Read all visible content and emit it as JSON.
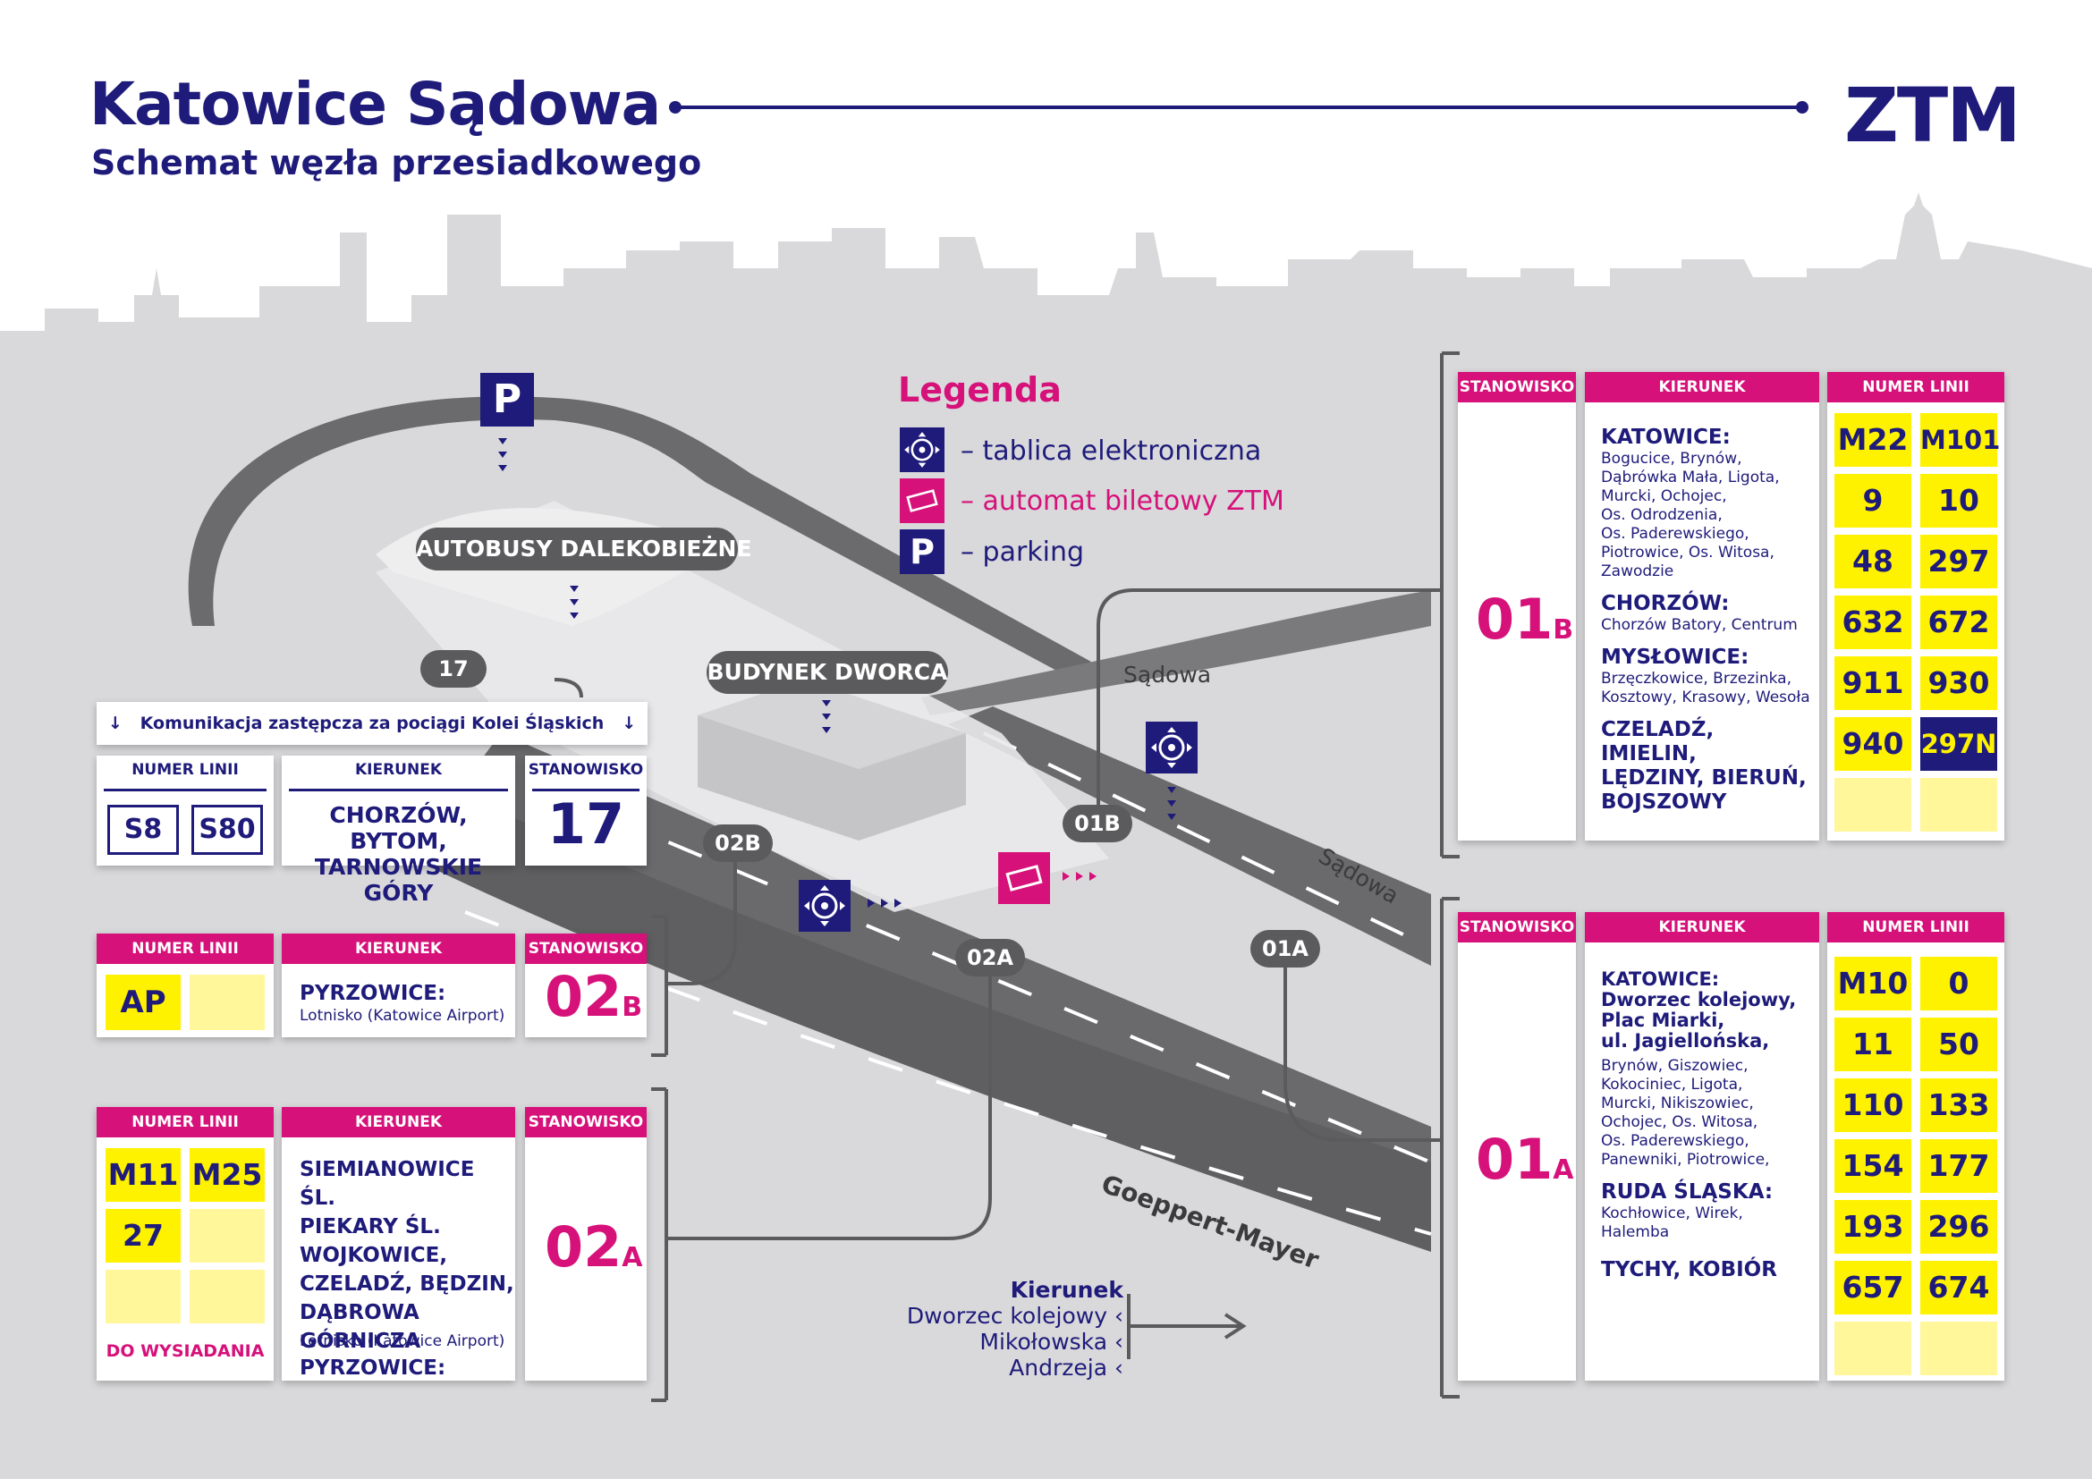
{
  "header": {
    "title": "Katowice Sądowa",
    "subtitle": "Schemat węzła przesiadkowego",
    "logo": "ZTM"
  },
  "map_labels": {
    "long_distance": "AUTOBUSY DALEKOBIEŻNE",
    "station": "BUDYNEK DWORCA",
    "street_sadowa_1": "Sądowa",
    "street_sadowa_2": "Sądowa",
    "street_goeppert": "Goeppert-Mayer",
    "stop_17": "17",
    "stop_02b": "02B",
    "stop_02a": "02A",
    "stop_01b": "01B",
    "stop_01a": "01A"
  },
  "legend": {
    "title": "Legenda",
    "items": [
      {
        "icon": "electronic-board-icon",
        "text": "– tablica elektroniczna",
        "color": "#1e1b7a"
      },
      {
        "icon": "ticket-machine-icon",
        "text": "– automat biletowy ZTM",
        "color": "#d6117a"
      },
      {
        "icon": "parking-icon",
        "text": "– parking",
        "color": "#1e1b7a"
      }
    ],
    "parking_letter": "P"
  },
  "direction_box": {
    "heading": "Kierunek",
    "items": [
      "Dworzec kolejowy",
      "Mikołowska",
      "Andrzeja"
    ]
  },
  "replacement": {
    "banner": "Komunikacja zastępcza za pociągi Kolei Śląskich",
    "col_lines": "NUMER LINII",
    "col_direction": "KIERUNEK",
    "col_stop": "STANOWISKO",
    "lines": [
      "S8",
      "S80"
    ],
    "direction": "CHORZÓW, BYTOM,\nTARNOWSKIE GÓRY",
    "stop": "17"
  },
  "stop_02b": {
    "col_lines": "NUMER LINII",
    "col_direction": "KIERUNEK",
    "col_stop": "STANOWISKO",
    "lines": [
      "AP",
      ""
    ],
    "city": "PYRZOWICE:",
    "sub": "Lotnisko (Katowice Airport)",
    "stop_main": "02",
    "stop_suffix": "B"
  },
  "stop_02a": {
    "col_lines": "NUMER LINII",
    "col_direction": "KIERUNEK",
    "col_stop": "STANOWISKO",
    "lines": [
      "M11",
      "M25",
      "27",
      "",
      "",
      ""
    ],
    "note": "DO WYSIADANIA",
    "cities": [
      "SIEMIANOWICE ŚL.",
      "PIEKARY ŚL.",
      "WOJKOWICE,",
      "CZELADŹ, BĘDZIN,",
      "DĄBROWA GÓRNICZA",
      "PYRZOWICE:"
    ],
    "sub": "Lotnisko (Katowice Airport)",
    "stop_main": "02",
    "stop_suffix": "A"
  },
  "stop_01b": {
    "col_stop": "STANOWISKO",
    "col_direction": "KIERUNEK",
    "col_lines": "NUMER LINII",
    "stop_main": "01",
    "stop_suffix": "B",
    "groups": [
      {
        "city": "KATOWICE:",
        "sub": "Bogucice, Brynów,\nDąbrówka Mała, Ligota,\nMurcki, Ochojec,\nOs. Odrodzenia,\nOs. Paderewskiego,\nPiotrowice, Os. Witosa,\nZawodzie"
      },
      {
        "city": "CHORZÓW:",
        "sub": "Chorzów Batory, Centrum"
      },
      {
        "city": "MYSŁOWICE:",
        "sub": "Brzęczkowice, Brzezinka,\nKosztowy, Krasowy, Wesoła"
      },
      {
        "city": "CZELADŹ, IMIELIN,\nLĘDZINY, BIERUŃ,\nBOJSZOWY",
        "sub": ""
      }
    ],
    "lines": [
      "M22",
      "M101",
      "9",
      "10",
      "48",
      "297",
      "632",
      "672",
      "911",
      "930",
      "940",
      "297N",
      "",
      ""
    ]
  },
  "stop_01a": {
    "col_stop": "STANOWISKO",
    "col_direction": "KIERUNEK",
    "col_lines": "NUMER LINII",
    "stop_main": "01",
    "stop_suffix": "A",
    "groups": [
      {
        "city": "KATOWICE:\nDworzec kolejowy,\nPlac Miarki,\nul. Jagiellońska,",
        "sub": "Brynów, Giszowiec,\nKokociniec, Ligota,\nMurcki, Nikiszowiec,\nOchojec, Os. Witosa,\nOs. Paderewskiego,\nPanewniki, Piotrowice,"
      },
      {
        "city": "RUDA ŚLĄSKA:",
        "sub": "Kochłowice, Wirek,\nHalemba"
      },
      {
        "city": "TYCHY, KOBIÓR",
        "sub": ""
      }
    ],
    "lines": [
      "M10",
      "0",
      "11",
      "50",
      "110",
      "133",
      "154",
      "177",
      "193",
      "296",
      "657",
      "674",
      "",
      ""
    ]
  },
  "colors": {
    "navy": "#1e1b7a",
    "pink": "#d6117a",
    "yellow": "#fff200",
    "grey_bg": "#d9d9db"
  }
}
